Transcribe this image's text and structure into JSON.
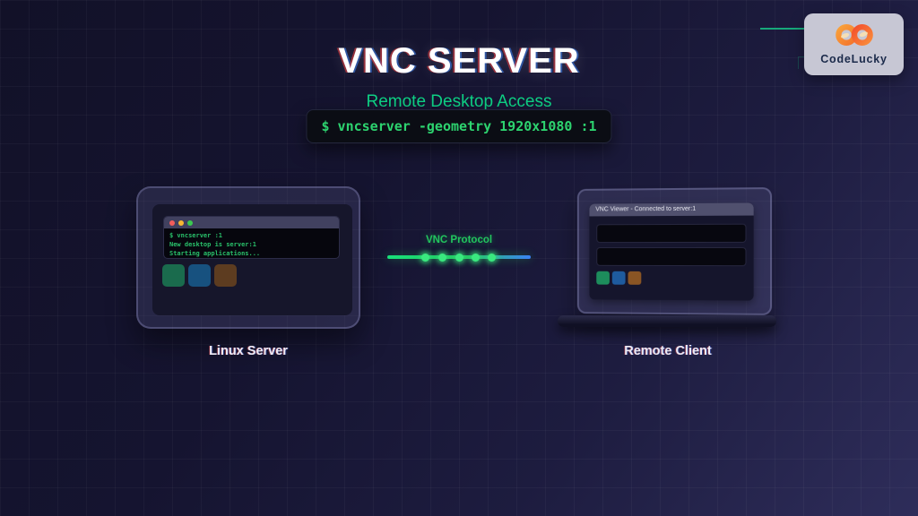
{
  "header": {
    "title": "VNC SERVER",
    "subtitle": "Remote Desktop Access",
    "command": "$ vncserver -geometry 1920x1080 :1"
  },
  "brand": {
    "name": "CodeLucky"
  },
  "server": {
    "label": "Linux Server",
    "terminal_lines": [
      "$ vncserver :1",
      "New desktop is server:1",
      "Starting applications..."
    ],
    "icons": [
      "#1a6b4d",
      "#17517f",
      "#5d3c20"
    ]
  },
  "connection": {
    "label": "VNC Protocol",
    "start_color": "#18e07a",
    "end_color": "#3b82f6",
    "dot_color": "#3ae87f"
  },
  "client": {
    "label": "Remote Client",
    "titlebar": "VNC Viewer - Connected to server:1",
    "icons": [
      "#1d8d5c",
      "#1e5b9e",
      "#8a5524"
    ]
  },
  "colors": {
    "accent_green": "#0ed184",
    "terminal_text": "#29c06a",
    "background_top": "#121128",
    "background_bottom": "#2e2d5a"
  }
}
